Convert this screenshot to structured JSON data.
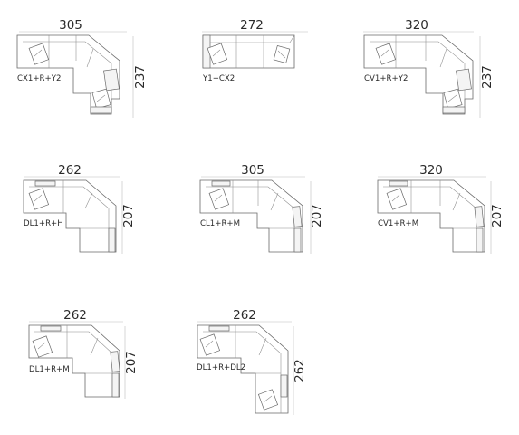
{
  "diagrams": [
    {
      "id": "cx1-r-y2",
      "width_label": "305",
      "height_label": "237",
      "code": "CX1+R+Y2"
    },
    {
      "id": "y1-cx2",
      "width_label": "272",
      "height_label": "",
      "code": "Y1+CX2"
    },
    {
      "id": "cv1-r-y2",
      "width_label": "320",
      "height_label": "237",
      "code": "CV1+R+Y2"
    },
    {
      "id": "dl1-r-h",
      "width_label": "262",
      "height_label": "207",
      "code": "DL1+R+H"
    },
    {
      "id": "cl1-r-m",
      "width_label": "305",
      "height_label": "207",
      "code": "CL1+R+M"
    },
    {
      "id": "cv1-r-m",
      "width_label": "320",
      "height_label": "207",
      "code": "CV1+R+M"
    },
    {
      "id": "dl1-r-m",
      "width_label": "262",
      "height_label": "207",
      "code": "DL1+R+M"
    },
    {
      "id": "dl1-r-dl2",
      "width_label": "262",
      "height_label": "262",
      "code": "DL1+R+DL2"
    }
  ]
}
